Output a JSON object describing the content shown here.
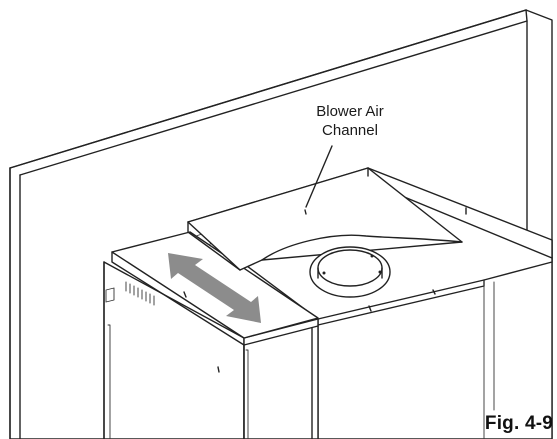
{
  "figure": {
    "callout_lines": [
      "Blower Air",
      "Channel"
    ],
    "label": "Fig. 4-9",
    "arrow_color": "#8c8c8c",
    "line_color": "#222222"
  }
}
